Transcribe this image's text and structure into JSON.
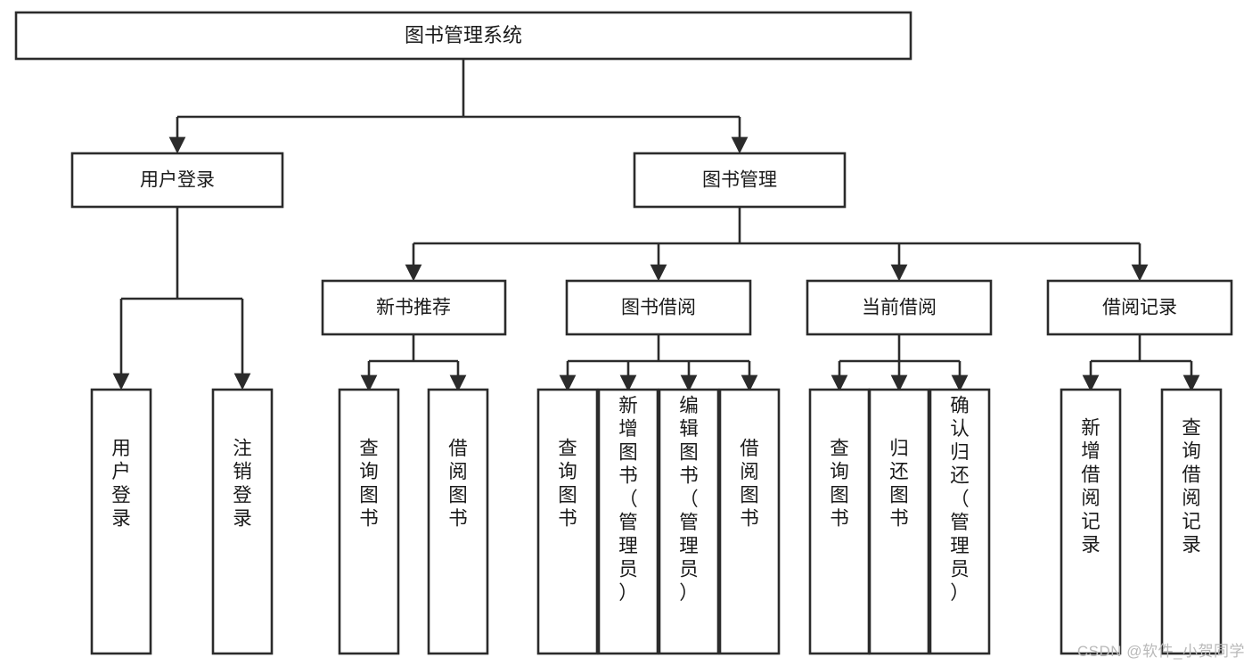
{
  "diagram": {
    "type": "tree-hierarchy",
    "title": "图书管理系统",
    "root": {
      "id": "root",
      "label": "图书管理系统",
      "orientation": "horizontal"
    },
    "level2": [
      {
        "id": "user-login",
        "label": "用户登录",
        "orientation": "horizontal"
      },
      {
        "id": "book-manage",
        "label": "图书管理",
        "orientation": "horizontal"
      }
    ],
    "level3": [
      {
        "id": "new-book-recommend",
        "label": "新书推荐",
        "orientation": "horizontal",
        "parent": "book-manage"
      },
      {
        "id": "book-borrow",
        "label": "图书借阅",
        "orientation": "horizontal",
        "parent": "book-manage"
      },
      {
        "id": "current-borrow",
        "label": "当前借阅",
        "orientation": "horizontal",
        "parent": "book-manage"
      },
      {
        "id": "borrow-record",
        "label": "借阅记录",
        "orientation": "horizontal",
        "parent": "book-manage"
      }
    ],
    "leaves": [
      {
        "id": "leaf-user-login",
        "label": "用户登录",
        "parent": "user-login",
        "orientation": "vertical"
      },
      {
        "id": "leaf-user-logout",
        "label": "注销登录",
        "parent": "user-login",
        "orientation": "vertical"
      },
      {
        "id": "leaf-query-book-1",
        "label": "查询图书",
        "parent": "new-book-recommend",
        "orientation": "vertical"
      },
      {
        "id": "leaf-borrow-book-1",
        "label": "借阅图书",
        "parent": "new-book-recommend",
        "orientation": "vertical"
      },
      {
        "id": "leaf-query-book-2",
        "label": "查询图书",
        "parent": "book-borrow",
        "orientation": "vertical"
      },
      {
        "id": "leaf-add-book",
        "label": "新增图书（管理员）",
        "parent": "book-borrow",
        "orientation": "vertical"
      },
      {
        "id": "leaf-edit-book",
        "label": "编辑图书（管理员）",
        "parent": "book-borrow",
        "orientation": "vertical"
      },
      {
        "id": "leaf-borrow-book-2",
        "label": "借阅图书",
        "parent": "book-borrow",
        "orientation": "vertical"
      },
      {
        "id": "leaf-query-book-3",
        "label": "查询图书",
        "parent": "current-borrow",
        "orientation": "vertical"
      },
      {
        "id": "leaf-return-book",
        "label": "归还图书",
        "parent": "current-borrow",
        "orientation": "vertical"
      },
      {
        "id": "leaf-confirm-return",
        "label": "确认归还（管理员）",
        "parent": "current-borrow",
        "orientation": "vertical"
      },
      {
        "id": "leaf-add-record",
        "label": "新增借阅记录",
        "parent": "borrow-record",
        "orientation": "vertical"
      },
      {
        "id": "leaf-query-record",
        "label": "查询借阅记录",
        "parent": "borrow-record",
        "orientation": "vertical"
      }
    ],
    "colors": {
      "stroke": "#2b2b2b",
      "fill": "#ffffff",
      "text": "#1a1a1a",
      "watermark": "#b9b9b9",
      "background": "#ffffff"
    }
  },
  "watermark": {
    "text": "CSDN @软件_小贺同学"
  }
}
